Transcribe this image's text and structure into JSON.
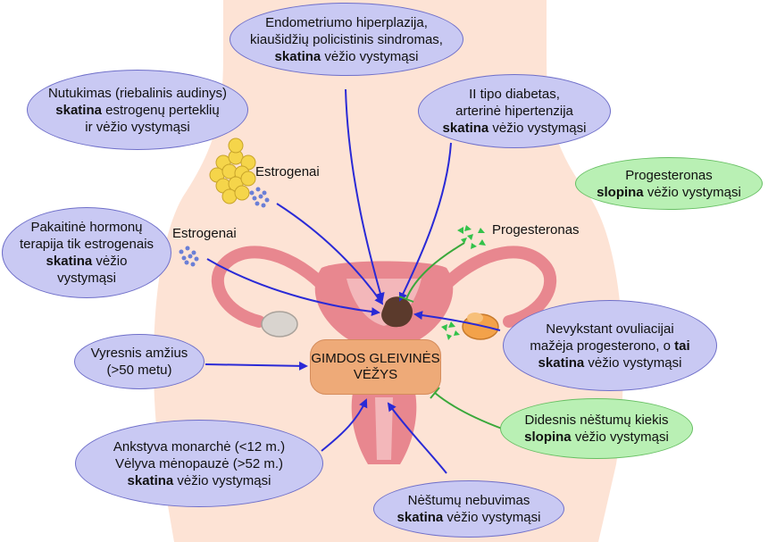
{
  "center": {
    "line1": "GIMDOS GLEIVINĖS",
    "line2": "VĖŽYS"
  },
  "labels": {
    "estrogenai_top": "Estrogenai",
    "estrogenai_left": "Estrogenai",
    "progesteronas": "Progesteronas"
  },
  "bubbles": {
    "endometrium": {
      "l1": "Endometriumo hiperplazija,",
      "l2": "kiaušidžių policistinis sindromas,",
      "bold": "skatina",
      "rest": " vėžio vystymąsi"
    },
    "obesity": {
      "l1": "Nutukimas (riebalinis audinys)",
      "bold": "skatina",
      "l2rest": " estrogenų perteklių",
      "l3": "ir vėžio vystymąsi"
    },
    "diabetes": {
      "l1": "II tipo diabetas,",
      "l2": "arterinė hipertenzija",
      "bold": "skatina",
      "rest": " vėžio vystymąsi"
    },
    "progesterone": {
      "l1": "Progesteronas",
      "bold": "slopina",
      "rest": " vėžio vystymąsi"
    },
    "hrt": {
      "l1": "Pakaitinė hormonų",
      "l2": "terapija tik estrogenais",
      "bold": "skatina",
      "rest": " vėžio",
      "l4": "vystymąsi"
    },
    "ovulation": {
      "l1": "Nevykstant ovuliacijai",
      "l2a": "mažėja progesterono, o ",
      "l2bold": "tai",
      "bold": "skatina",
      "rest": " vėžio vystymąsi"
    },
    "age": {
      "l1": "Vyresnis amžius",
      "l2": "(>50 metu)"
    },
    "pregnancies": {
      "l1": "Didesnis nėštumų kiekis",
      "bold": "slopina",
      "rest": " vėžio vystymąsi"
    },
    "menarche": {
      "l1": "Ankstyva monarchė (<12 m.)",
      "l2": "Vėlyva mėnopauzė (>52 m.)",
      "bold": "skatina",
      "rest": " vėžio vystymąsi"
    },
    "nopregnancy": {
      "l1": "Nėštumų nebuvimas",
      "bold": "skatina",
      "rest": " vėžio vystymąsi"
    }
  },
  "colors": {
    "promote_arrow": "#2a2ad6",
    "inhibit_arrow": "#3aa83a",
    "body": "#fde3d5",
    "uterus": "#e8878f",
    "tumor": "#5b3a2c"
  }
}
